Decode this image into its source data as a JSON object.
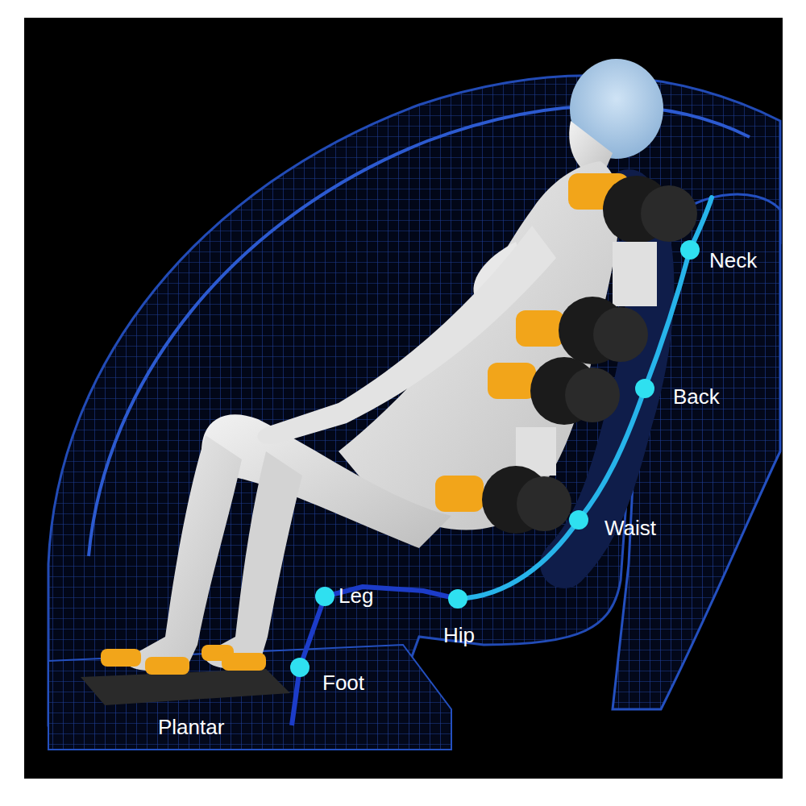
{
  "diagram": {
    "labels": [
      "Neck",
      "Back",
      "Waist",
      "Hip",
      "Leg",
      "Foot",
      "Plantar"
    ]
  }
}
